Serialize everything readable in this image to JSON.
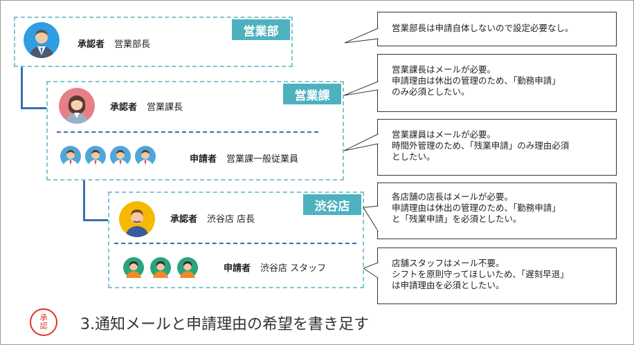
{
  "units": {
    "sales_dept": {
      "tag": "営業部",
      "approver_role": "承認者",
      "approver_name": "営業部長"
    },
    "sales_section": {
      "tag": "営業課",
      "approver_role": "承認者",
      "approver_name": "営業課長",
      "applicant_role": "申請者",
      "applicant_name": "営業課一般従業員"
    },
    "shibuya_store": {
      "tag": "渋谷店",
      "approver_role": "承認者",
      "approver_name": "渋谷店 店長",
      "applicant_role": "申請者",
      "applicant_name": "渋谷店 スタッフ"
    }
  },
  "notes": [
    "営業部長は申請自体しないので設定必要なし。",
    "営業課長はメールが必要。\n申請理由は休出の管理のため、「勤務申請」\nのみ必須としたい。",
    "営業課員はメールが必要。\n時間外管理のため、「残業申請」のみ理由必須\nとしたい。",
    "各店舗の店長はメールが必要。\n申請理由は休出の管理のため、「勤務申請」\nと「残業申請」を必須としたい。",
    "店舗スタッフはメール不要。\nシフトを原則守ってほしいため、「遅刻早退」\nは申請理由を必須としたい。"
  ],
  "footer": {
    "seal": [
      "承",
      "認"
    ],
    "title": "3.通知メールと申請理由の希望を書き足す"
  },
  "colors": {
    "accent": "#4eb1bf",
    "dashed_border": "#7cc6cf",
    "connector": "#3a6fb0",
    "seal": "#e0322b"
  }
}
